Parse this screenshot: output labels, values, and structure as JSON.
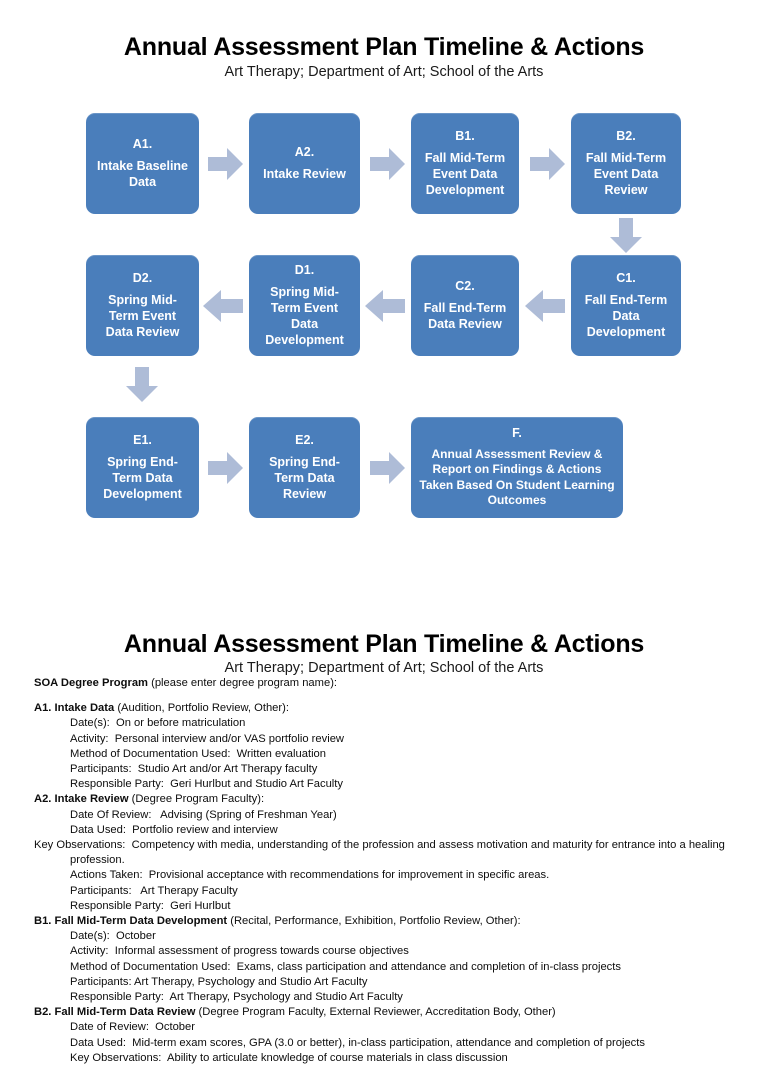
{
  "document": {
    "title": "Annual Assessment Plan Timeline & Actions",
    "subtitle": "Art Therapy; Department of Art; School of the Arts"
  },
  "flowchart": {
    "nodes": [
      {
        "code": "A1.",
        "label": "Intake Baseline\nData"
      },
      {
        "code": "A2.",
        "label": "Intake Review"
      },
      {
        "code": "B1.",
        "label": "Fall Mid-Term\nEvent  Data\nDevelopment"
      },
      {
        "code": "B2.",
        "label": "Fall Mid-Term\nEvent Data\nReview"
      },
      {
        "code": "C1.",
        "label": "Fall End-Term\nData\nDevelopment"
      },
      {
        "code": "C2.",
        "label": "Fall End-Term\nData Review"
      },
      {
        "code": "D1.",
        "label": "Spring Mid-\nTerm Event\nData\nDevelopment"
      },
      {
        "code": "D2.",
        "label": "Spring Mid-\nTerm Event\nData Review"
      },
      {
        "code": "E1.",
        "label": "Spring End-\nTerm Data\nDevelopment"
      },
      {
        "code": "E2.",
        "label": "Spring End-\nTerm Data\nReview"
      },
      {
        "code": "F.",
        "label": "Annual Assessment Review &\nReport on Findings & Actions\nTaken Based On Student Learning\nOutcomes"
      }
    ],
    "colors": {
      "node_fill": "#4a7ebb",
      "node_text": "#ffffff",
      "arrow_fill": "#aebcd7"
    }
  },
  "form": {
    "degree_program_bold": "SOA Degree Program",
    "degree_program_rest": " (please enter degree program name):",
    "sections": [
      {
        "heading_bold": "A1. Intake Data",
        "heading_rest": " (Audition, Portfolio Review, Other):",
        "lines": [
          "Date(s):  On or before matriculation",
          "Activity:  Personal interview and/or VAS portfolio review",
          "Method of Documentation Used:  Written evaluation",
          "Participants:  Studio Art and/or Art Therapy faculty",
          "Responsible Party:  Geri Hurlbut and Studio Art Faculty"
        ]
      },
      {
        "heading_bold": "A2. Intake Review",
        "heading_rest": " (Degree Program Faculty):",
        "lines": [
          "Date Of Review:   Advising (Spring of Freshman Year)",
          "Data Used:  Portfolio review and interview",
          "Key Observations:  Competency with media, understanding of the profession and assess motivation and maturity for entrance into a healing profession.",
          "Actions Taken:  Provisional acceptance with recommendations for improvement in specific areas.",
          "Participants:   Art Therapy Faculty",
          "Responsible Party:  Geri Hurlbut"
        ]
      },
      {
        "heading_bold": "B1. Fall Mid-Term Data Development",
        "heading_rest": " (Recital, Performance, Exhibition, Portfolio Review, Other):",
        "lines": [
          "Date(s):  October",
          "Activity:  Informal assessment of progress towards course objectives",
          "Method of Documentation Used:  Exams, class participation and attendance and completion of in-class projects",
          "Participants: Art Therapy, Psychology and Studio Art Faculty",
          "Responsible Party:  Art Therapy, Psychology and Studio Art Faculty"
        ]
      },
      {
        "heading_bold": "B2. Fall Mid-Term Data Review",
        "heading_rest": " (Degree Program Faculty, External Reviewer, Accreditation Body, Other)",
        "lines": [
          "Date of Review:  October",
          "Data Used:  Mid-term exam scores, GPA (3.0 or better), in-class participation, attendance and completion of projects",
          "Key Observations:  Ability to articulate knowledge of course materials in class discussion"
        ]
      }
    ]
  }
}
